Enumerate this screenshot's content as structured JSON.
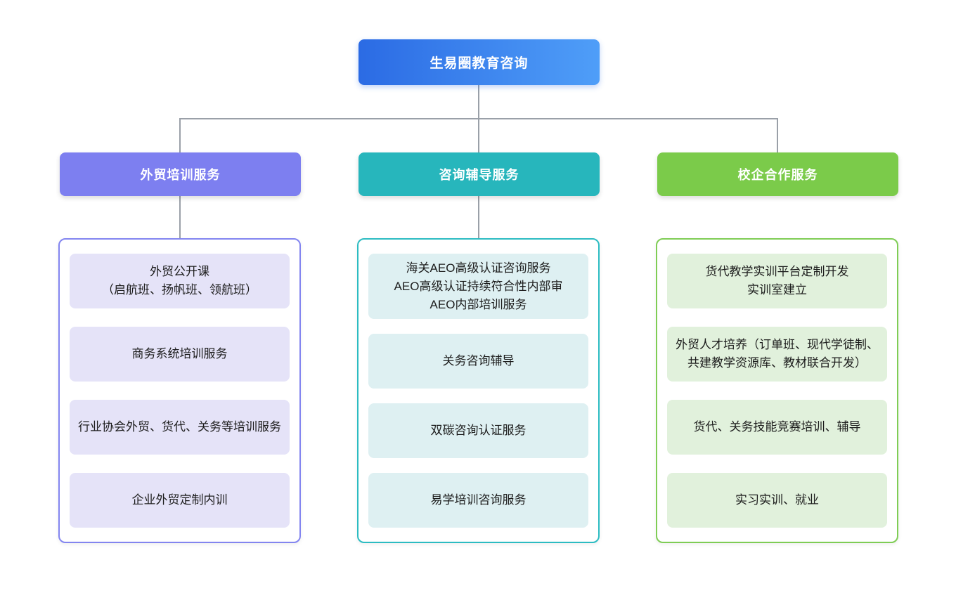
{
  "diagram": {
    "type": "org-tree",
    "connector_color": "#9aa0a8",
    "root": {
      "label": "生易圈教育咨询",
      "gradient_start": "#2b6be4",
      "gradient_end": "#4f9ef8",
      "text_color": "#ffffff"
    },
    "branches": [
      {
        "id": "foreign-trade-training",
        "label": "外贸培训服务",
        "header_color": "#7d7ff0",
        "border_color": "#8385f0",
        "item_bg": "#e5e3f8",
        "items": [
          "外贸公开课\n（启航班、扬帆班、领航班）",
          "商务系统培训服务",
          "行业协会外贸、货代、关务等培训服务",
          "企业外贸定制内训"
        ]
      },
      {
        "id": "consulting-coaching",
        "label": "咨询辅导服务",
        "header_color": "#27b6bc",
        "border_color": "#2cbcc2",
        "item_bg": "#def0f2",
        "items": [
          "海关AEO高级认证咨询服务\nAEO高级认证持续符合性内部审\nAEO内部培训服务",
          "关务咨询辅导",
          "双碳咨询认证服务",
          "易学培训咨询服务"
        ]
      },
      {
        "id": "school-enterprise-cooperation",
        "label": "校企合作服务",
        "header_color": "#7bcb4a",
        "border_color": "#7fcd55",
        "item_bg": "#e1f1dc",
        "items": [
          "货代教学实训平台定制开发\n实训室建立",
          "外贸人才培养（订单班、现代学徒制、共建教学资源库、教材联合开发）",
          "货代、关务技能竞赛培训、辅导",
          "实习实训、就业"
        ]
      }
    ]
  }
}
